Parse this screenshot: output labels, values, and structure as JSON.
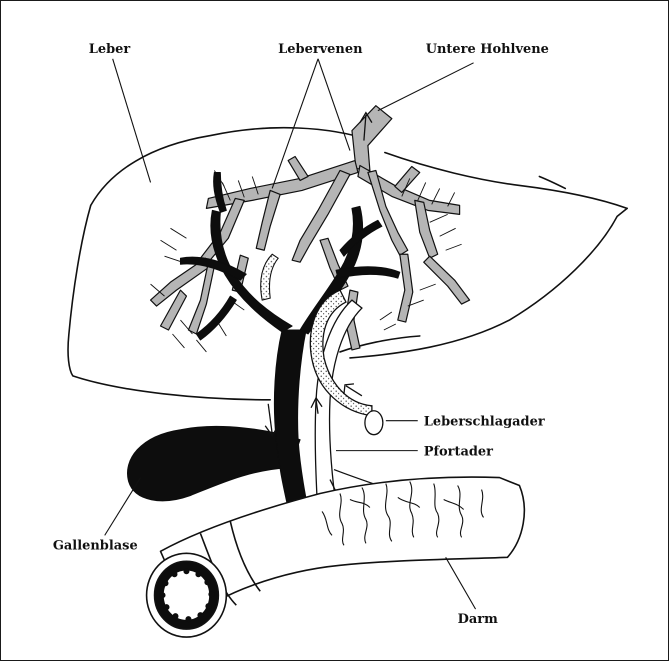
{
  "labels": {
    "leber": "Leber",
    "lebervenen": "Lebervenen",
    "untere_hohlvene": "Untere Hohlvene",
    "leberschlagader": "Leberschlagader",
    "pfortader": "Pfortader",
    "gallenblase": "Gallenblase",
    "darm": "Darm"
  },
  "colors": {
    "outline": "#111111",
    "veins_grey": "#b5b5b5",
    "bile_black": "#0d0d0d",
    "background": "#ffffff"
  }
}
